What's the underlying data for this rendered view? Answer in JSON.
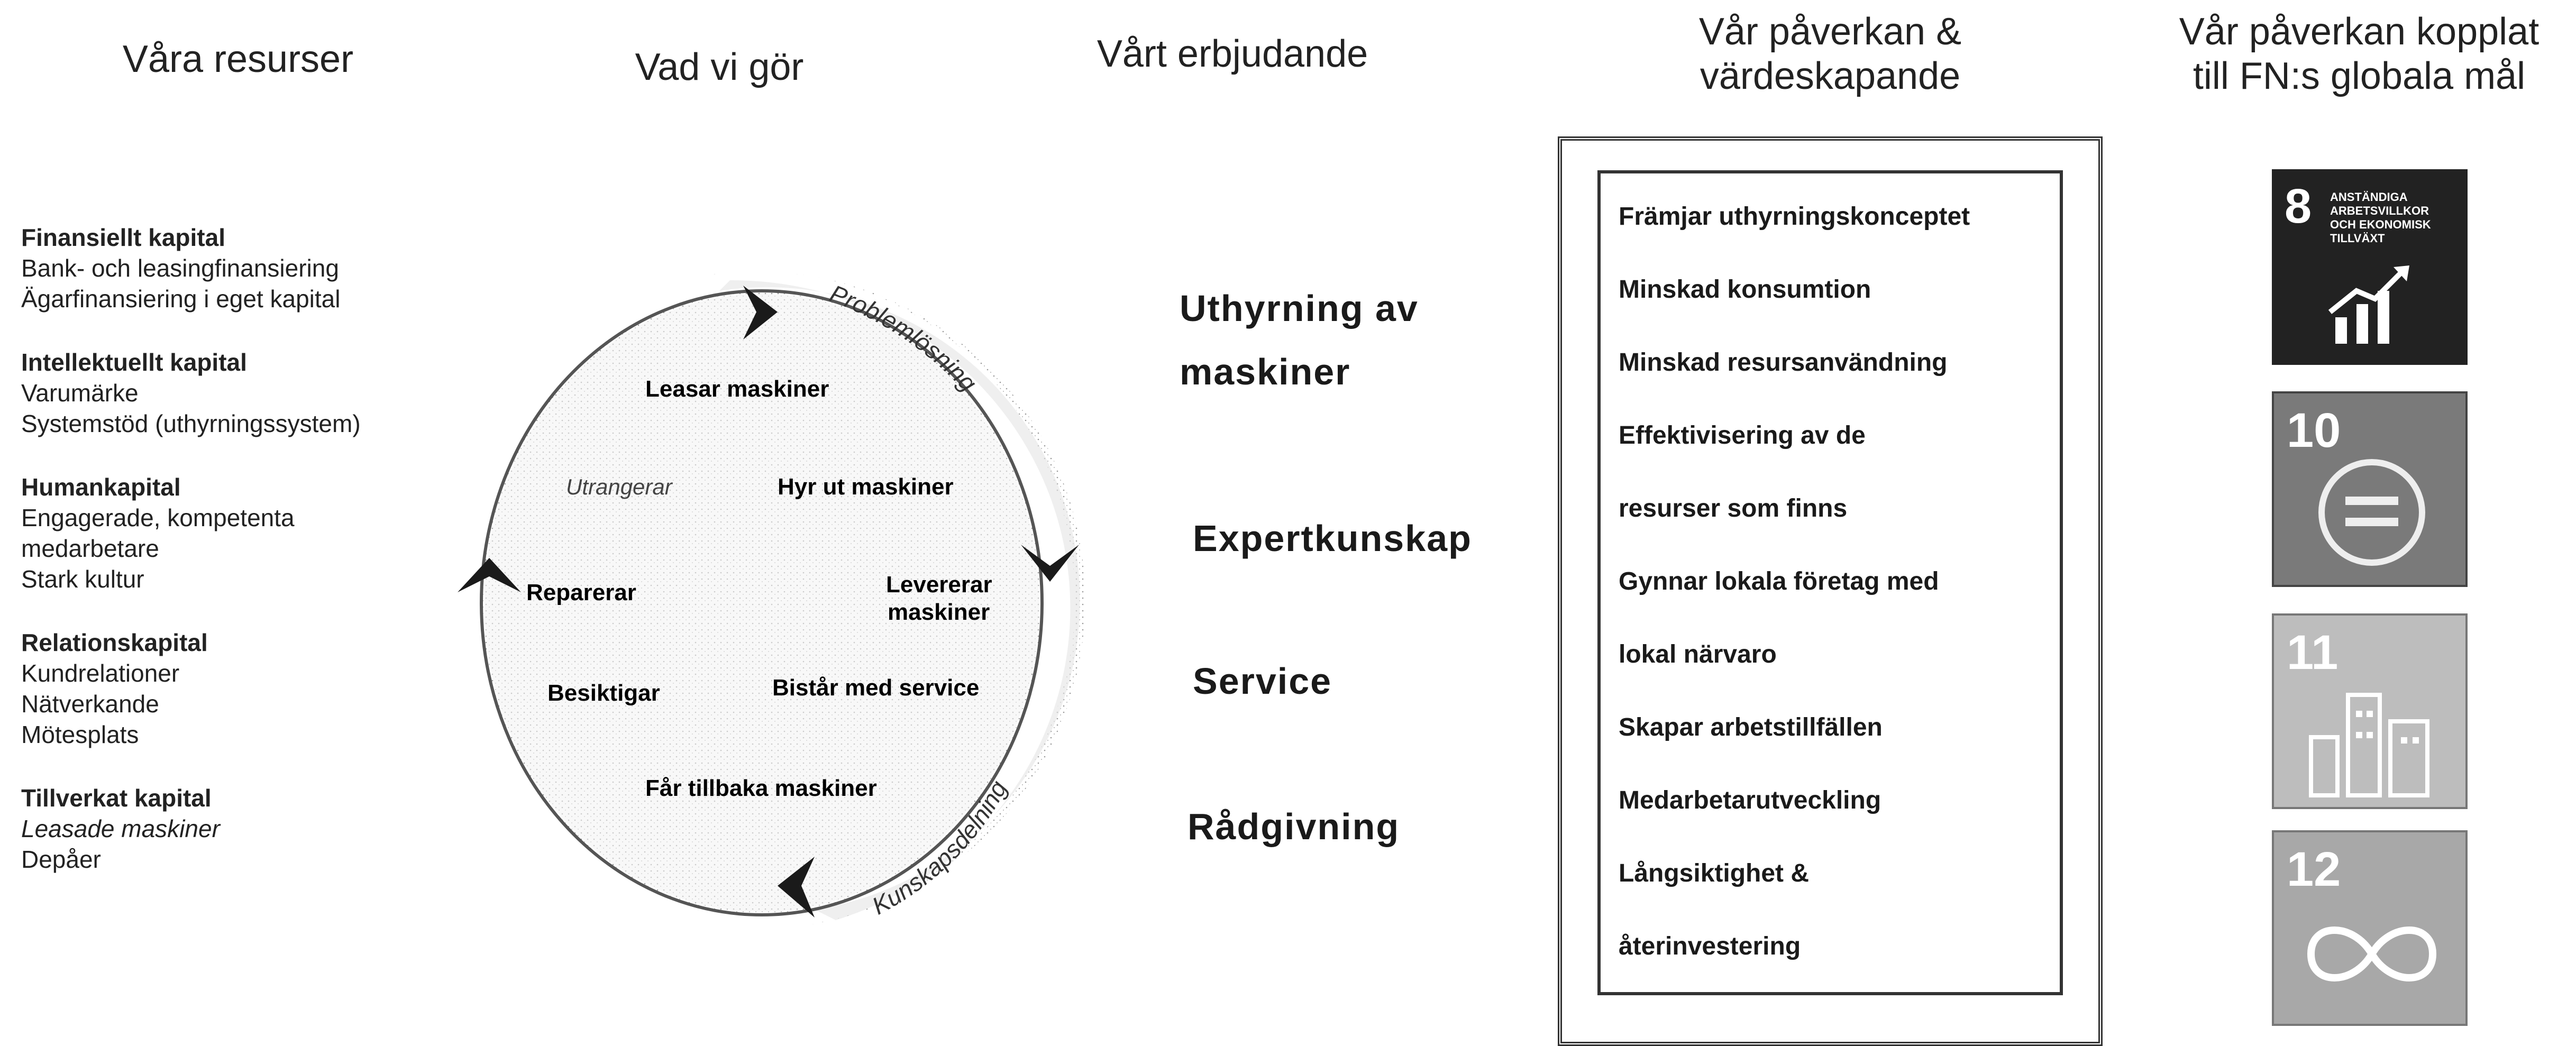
{
  "headers": {
    "resources": "Våra resurser",
    "activities": "Vad vi gör",
    "offer": "Vårt erbjudande",
    "impact": "Vår påverkan & värdeskapande",
    "sdg": "Vår påverkan kopplat till FN:s globala mål"
  },
  "resources": [
    {
      "title": "Finansiellt kapital",
      "items": [
        "Bank- och leasingfinansiering",
        "Ägarfinansiering i eget kapital"
      ]
    },
    {
      "title": "Intellektuellt kapital",
      "items": [
        "Varumärke",
        "Systemstöd (uthyrningssystem)"
      ]
    },
    {
      "title": "Humankapital",
      "items": [
        "Engagerade, kompetenta",
        "medarbetare",
        "Stark kultur"
      ]
    },
    {
      "title": "Relationskapital",
      "items": [
        "Kundrelationer",
        "Nätverkande",
        "Mötesplats"
      ]
    },
    {
      "title": "Tillverkat kapital",
      "items": [
        "Leasade maskiner",
        "Depåer"
      ]
    }
  ],
  "cycle": {
    "steps": {
      "leasar": "Leasar maskiner",
      "hyr_ut": "Hyr ut maskiner",
      "levererar_1": "Levererar",
      "levererar_2": "maskiner",
      "bistar": "Bistår med service",
      "far_tillbaka": "Får tillbaka maskiner",
      "besiktigar": "Besiktigar",
      "reparerar": "Reparerar",
      "utrangerar": "Utrangerar"
    },
    "arc_labels": {
      "top": "Problemlösning",
      "bottom": "Kunskapsdelning"
    }
  },
  "offer": [
    "Uthyrning av",
    "maskiner",
    "Expertkunskap",
    "Service",
    "Rådgivning"
  ],
  "impact": [
    "Främjar uthyrningskonceptet",
    "Minskad konsumtion",
    "Minskad resursanvändning",
    "Effektivisering av de",
    "resurser som finns",
    "Gynnar lokala företag med",
    "lokal närvaro",
    "Skapar arbetstillfällen",
    "Medarbetarutveckling",
    "Långsiktighet &",
    "återinvestering"
  ],
  "sdg_tiles": [
    {
      "number": "8",
      "label": "Anständiga arbetsvillkor och ekonomisk tillväxt",
      "color": "#222222",
      "icon": "growth-chart-icon"
    },
    {
      "number": "10",
      "label": "",
      "color": "#5a5a5a",
      "icon": "equality-icon"
    },
    {
      "number": "11",
      "label": "",
      "color": "#9a9a9a",
      "icon": "city-icon"
    },
    {
      "number": "12",
      "label": "",
      "color": "#8a8a8a",
      "icon": "infinity-icon"
    }
  ]
}
